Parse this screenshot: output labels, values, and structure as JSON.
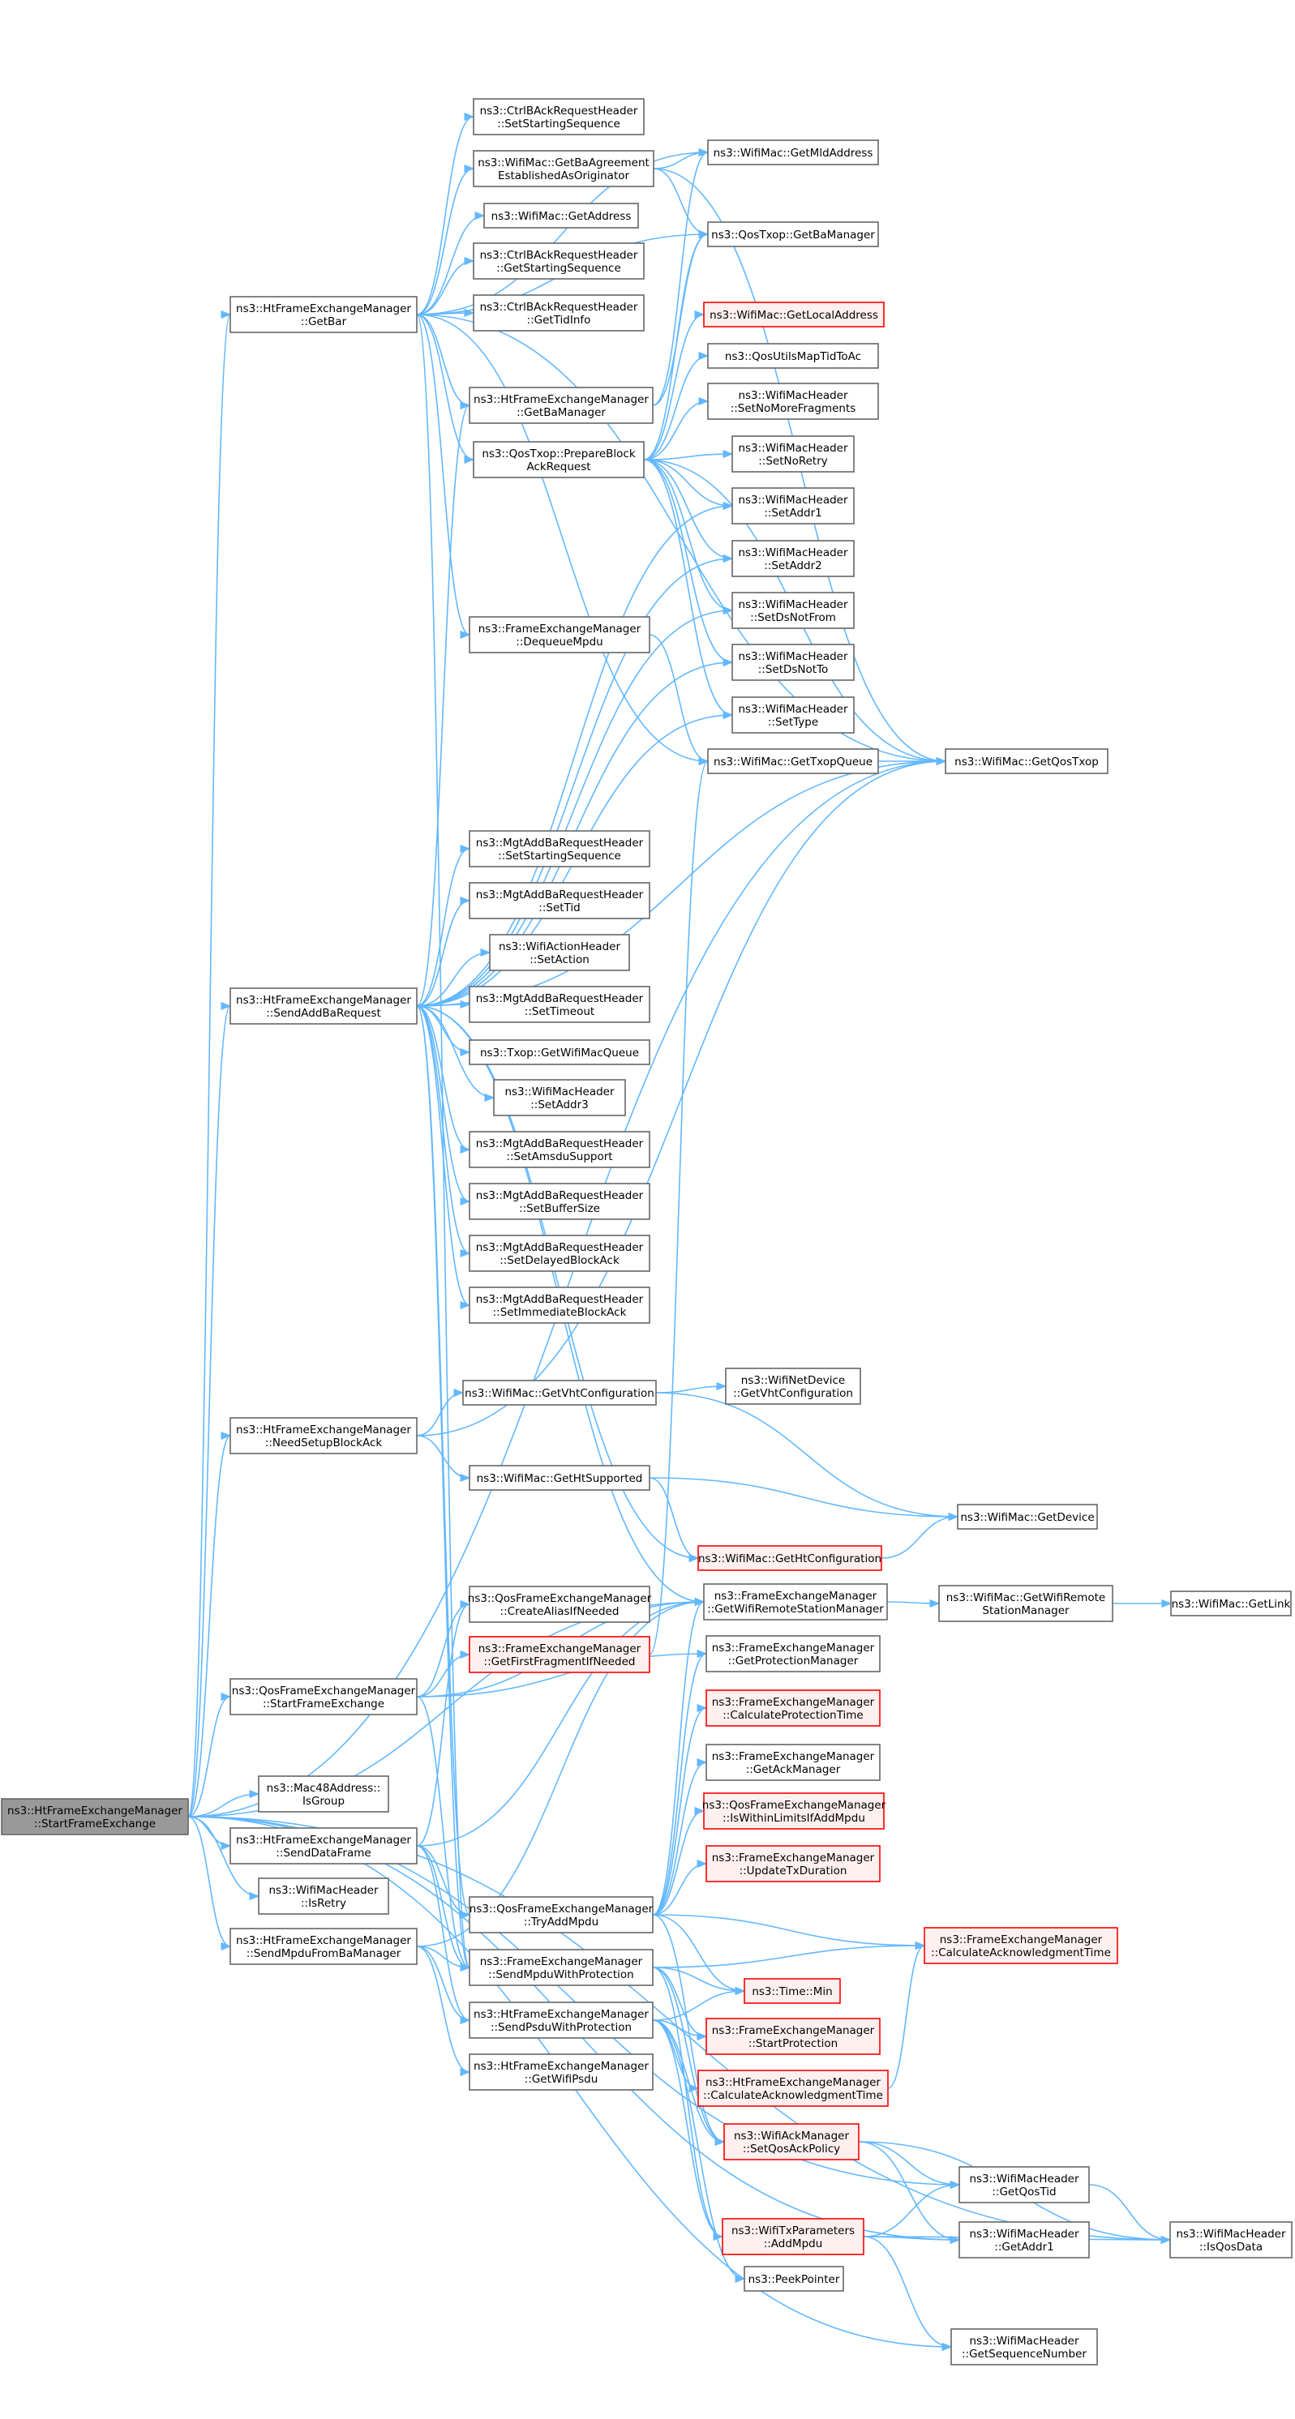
{
  "diagram": {
    "type": "doxygen call graph",
    "colors": {
      "edge": "#63b8ff",
      "node_border": "#666666",
      "root_fill": "#999999",
      "undocumented_border": "#ff0000",
      "undocumented_fill": "#fff0f0"
    },
    "nodes": [
      {
        "id": "root",
        "lines": [
          "ns3::HtFrameExchangeManager",
          "::StartFrameExchange"
        ],
        "style": "root"
      },
      {
        "id": "getbar",
        "lines": [
          "ns3::HtFrameExchangeManager",
          "::GetBar"
        ],
        "style": "normal"
      },
      {
        "id": "sendaddba",
        "lines": [
          "ns3::HtFrameExchangeManager",
          "::SendAddBaRequest"
        ],
        "style": "normal"
      },
      {
        "id": "needsetup",
        "lines": [
          "ns3::HtFrameExchangeManager",
          "::NeedSetupBlockAck"
        ],
        "style": "normal"
      },
      {
        "id": "qosstart",
        "lines": [
          "ns3::QosFrameExchangeManager",
          "::StartFrameExchange"
        ],
        "style": "normal"
      },
      {
        "id": "isgroup",
        "lines": [
          "ns3::Mac48Address::",
          "IsGroup"
        ],
        "style": "normal"
      },
      {
        "id": "senddata",
        "lines": [
          "ns3::HtFrameExchangeManager",
          "::SendDataFrame"
        ],
        "style": "normal"
      },
      {
        "id": "isretry",
        "lines": [
          "ns3::WifiMacHeader",
          "::IsRetry"
        ],
        "style": "normal"
      },
      {
        "id": "sendmpduba",
        "lines": [
          "ns3::HtFrameExchangeManager",
          "::SendMpduFromBaManager"
        ],
        "style": "normal"
      },
      {
        "id": "ctrl_setseq",
        "lines": [
          "ns3::CtrlBAckRequestHeader",
          "::SetStartingSequence"
        ],
        "style": "normal"
      },
      {
        "id": "getbaagree",
        "lines": [
          "ns3::WifiMac::GetBaAgreement",
          "EstablishedAsOriginator"
        ],
        "style": "normal"
      },
      {
        "id": "getaddress",
        "lines": [
          "ns3::WifiMac::GetAddress"
        ],
        "style": "normal"
      },
      {
        "id": "ctrl_getseq",
        "lines": [
          "ns3::CtrlBAckRequestHeader",
          "::GetStartingSequence"
        ],
        "style": "normal"
      },
      {
        "id": "ctrl_gettid",
        "lines": [
          "ns3::CtrlBAckRequestHeader",
          "::GetTidInfo"
        ],
        "style": "normal"
      },
      {
        "id": "htgetbaman",
        "lines": [
          "ns3::HtFrameExchangeManager",
          "::GetBaManager"
        ],
        "style": "normal"
      },
      {
        "id": "preparebar",
        "lines": [
          "ns3::QosTxop::PrepareBlock",
          "AckRequest"
        ],
        "style": "normal"
      },
      {
        "id": "dequeue",
        "lines": [
          "ns3::FrameExchangeManager",
          "::DequeueMpdu"
        ],
        "style": "normal"
      },
      {
        "id": "mgt_setseq",
        "lines": [
          "ns3::MgtAddBaRequestHeader",
          "::SetStartingSequence"
        ],
        "style": "normal"
      },
      {
        "id": "mgt_settid",
        "lines": [
          "ns3::MgtAddBaRequestHeader",
          "::SetTid"
        ],
        "style": "normal"
      },
      {
        "id": "setaction",
        "lines": [
          "ns3::WifiActionHeader",
          "::SetAction"
        ],
        "style": "normal"
      },
      {
        "id": "settimeout",
        "lines": [
          "ns3::MgtAddBaRequestHeader",
          "::SetTimeout"
        ],
        "style": "normal"
      },
      {
        "id": "getwifimacq",
        "lines": [
          "ns3::Txop::GetWifiMacQueue"
        ],
        "style": "normal"
      },
      {
        "id": "setaddr3",
        "lines": [
          "ns3::WifiMacHeader",
          "::SetAddr3"
        ],
        "style": "normal"
      },
      {
        "id": "setamsdu",
        "lines": [
          "ns3::MgtAddBaRequestHeader",
          "::SetAmsduSupport"
        ],
        "style": "normal"
      },
      {
        "id": "setbuffer",
        "lines": [
          "ns3::MgtAddBaRequestHeader",
          "::SetBufferSize"
        ],
        "style": "normal"
      },
      {
        "id": "setdelayed",
        "lines": [
          "ns3::MgtAddBaRequestHeader",
          "::SetDelayedBlockAck"
        ],
        "style": "normal"
      },
      {
        "id": "setimmediate",
        "lines": [
          "ns3::MgtAddBaRequestHeader",
          "::SetImmediateBlockAck"
        ],
        "style": "normal"
      },
      {
        "id": "getvht",
        "lines": [
          "ns3::WifiMac::GetVhtConfiguration"
        ],
        "style": "normal"
      },
      {
        "id": "gethtsup",
        "lines": [
          "ns3::WifiMac::GetHtSupported"
        ],
        "style": "normal"
      },
      {
        "id": "createalias",
        "lines": [
          "ns3::QosFrameExchangeManager",
          "::CreateAliasIfNeeded"
        ],
        "style": "normal"
      },
      {
        "id": "getfirstfrag",
        "lines": [
          "ns3::FrameExchangeManager",
          "::GetFirstFragmentIfNeeded"
        ],
        "style": "red"
      },
      {
        "id": "tryadd",
        "lines": [
          "ns3::QosFrameExchangeManager",
          "::TryAddMpdu"
        ],
        "style": "normal"
      },
      {
        "id": "sendmpduprot",
        "lines": [
          "ns3::FrameExchangeManager",
          "::SendMpduWithProtection"
        ],
        "style": "normal"
      },
      {
        "id": "sendpsduprot",
        "lines": [
          "ns3::HtFrameExchangeManager",
          "::SendPsduWithProtection"
        ],
        "style": "normal"
      },
      {
        "id": "getwifipsdu",
        "lines": [
          "ns3::HtFrameExchangeManager",
          "::GetWifiPsdu"
        ],
        "style": "normal"
      },
      {
        "id": "getmld",
        "lines": [
          "ns3::WifiMac::GetMldAddress"
        ],
        "style": "normal"
      },
      {
        "id": "qosgetbaman",
        "lines": [
          "ns3::QosTxop::GetBaManager"
        ],
        "style": "normal"
      },
      {
        "id": "getlocal",
        "lines": [
          "ns3::WifiMac::GetLocalAddress"
        ],
        "style": "red"
      },
      {
        "id": "maptid",
        "lines": [
          "ns3::QosUtilsMapTidToAc"
        ],
        "style": "normal"
      },
      {
        "id": "setnomore",
        "lines": [
          "ns3::WifiMacHeader",
          "::SetNoMoreFragments"
        ],
        "style": "normal"
      },
      {
        "id": "setnoretry",
        "lines": [
          "ns3::WifiMacHeader",
          "::SetNoRetry"
        ],
        "style": "normal"
      },
      {
        "id": "setaddr1",
        "lines": [
          "ns3::WifiMacHeader",
          "::SetAddr1"
        ],
        "style": "normal"
      },
      {
        "id": "setaddr2",
        "lines": [
          "ns3::WifiMacHeader",
          "::SetAddr2"
        ],
        "style": "normal"
      },
      {
        "id": "setdsnofrom",
        "lines": [
          "ns3::WifiMacHeader",
          "::SetDsNotFrom"
        ],
        "style": "normal"
      },
      {
        "id": "setdsnoto",
        "lines": [
          "ns3::WifiMacHeader",
          "::SetDsNotTo"
        ],
        "style": "normal"
      },
      {
        "id": "settype",
        "lines": [
          "ns3::WifiMacHeader",
          "::SetType"
        ],
        "style": "normal"
      },
      {
        "id": "gettxopq",
        "lines": [
          "ns3::WifiMac::GetTxopQueue"
        ],
        "style": "normal"
      },
      {
        "id": "wnd_getvht",
        "lines": [
          "ns3::WifiNetDevice",
          "::GetVhtConfiguration"
        ],
        "style": "normal"
      },
      {
        "id": "gethtconf",
        "lines": [
          "ns3::WifiMac::GetHtConfiguration"
        ],
        "style": "red"
      },
      {
        "id": "getrsm",
        "lines": [
          "ns3::FrameExchangeManager",
          "::GetWifiRemoteStationManager"
        ],
        "style": "normal"
      },
      {
        "id": "getprotman",
        "lines": [
          "ns3::FrameExchangeManager",
          "::GetProtectionManager"
        ],
        "style": "normal"
      },
      {
        "id": "calcprot",
        "lines": [
          "ns3::FrameExchangeManager",
          "::CalculateProtectionTime"
        ],
        "style": "red"
      },
      {
        "id": "getackman",
        "lines": [
          "ns3::FrameExchangeManager",
          "::GetAckManager"
        ],
        "style": "normal"
      },
      {
        "id": "iswithin",
        "lines": [
          "ns3::QosFrameExchangeManager",
          "::IsWithinLimitsIfAddMpdu"
        ],
        "style": "red"
      },
      {
        "id": "updatetx",
        "lines": [
          "ns3::FrameExchangeManager",
          "::UpdateTxDuration"
        ],
        "style": "red"
      },
      {
        "id": "timemin",
        "lines": [
          "ns3::Time::Min"
        ],
        "style": "red"
      },
      {
        "id": "startprot",
        "lines": [
          "ns3::FrameExchangeManager",
          "::StartProtection"
        ],
        "style": "red"
      },
      {
        "id": "htcalcack",
        "lines": [
          "ns3::HtFrameExchangeManager",
          "::CalculateAcknowledgmentTime"
        ],
        "style": "red"
      },
      {
        "id": "setqosack",
        "lines": [
          "ns3::WifiAckManager",
          "::SetQosAckPolicy"
        ],
        "style": "red"
      },
      {
        "id": "addmpdu",
        "lines": [
          "ns3::WifiTxParameters",
          "::AddMpdu"
        ],
        "style": "red"
      },
      {
        "id": "peekptr",
        "lines": [
          "ns3::PeekPointer"
        ],
        "style": "normal"
      },
      {
        "id": "getqostxop",
        "lines": [
          "ns3::WifiMac::GetQosTxop"
        ],
        "style": "normal"
      },
      {
        "id": "getdevice",
        "lines": [
          "ns3::WifiMac::GetDevice"
        ],
        "style": "normal"
      },
      {
        "id": "getwifirsm",
        "lines": [
          "ns3::WifiMac::GetWifiRemote",
          "StationManager"
        ],
        "style": "normal"
      },
      {
        "id": "fecalcack",
        "lines": [
          "ns3::FrameExchangeManager",
          "::CalculateAcknowledgmentTime"
        ],
        "style": "red"
      },
      {
        "id": "getqostid",
        "lines": [
          "ns3::WifiMacHeader",
          "::GetQosTid"
        ],
        "style": "normal"
      },
      {
        "id": "getaddr1",
        "lines": [
          "ns3::WifiMacHeader",
          "::GetAddr1"
        ],
        "style": "normal"
      },
      {
        "id": "getseqnum",
        "lines": [
          "ns3::WifiMacHeader",
          "::GetSequenceNumber"
        ],
        "style": "normal"
      },
      {
        "id": "getlink",
        "lines": [
          "ns3::WifiMac::GetLink"
        ],
        "style": "normal"
      },
      {
        "id": "isqosdata",
        "lines": [
          "ns3::WifiMacHeader",
          "::IsQosData"
        ],
        "style": "normal"
      }
    ],
    "edges": [
      [
        "root",
        "getbar"
      ],
      [
        "root",
        "sendaddba"
      ],
      [
        "root",
        "needsetup"
      ],
      [
        "root",
        "qosstart"
      ],
      [
        "root",
        "isgroup"
      ],
      [
        "root",
        "senddata"
      ],
      [
        "root",
        "isretry"
      ],
      [
        "root",
        "sendmpduba"
      ],
      [
        "root",
        "getrsm"
      ],
      [
        "root",
        "getqostid"
      ],
      [
        "root",
        "getaddr1"
      ],
      [
        "root",
        "getseqnum"
      ],
      [
        "root",
        "isqosdata"
      ],
      [
        "root",
        "getqostxop"
      ],
      [
        "getbar",
        "ctrl_setseq"
      ],
      [
        "getbar",
        "getbaagree"
      ],
      [
        "getbar",
        "getaddress"
      ],
      [
        "getbar",
        "ctrl_getseq"
      ],
      [
        "getbar",
        "ctrl_gettid"
      ],
      [
        "getbar",
        "htgetbaman"
      ],
      [
        "getbar",
        "preparebar"
      ],
      [
        "getbar",
        "dequeue"
      ],
      [
        "getbar",
        "getmld"
      ],
      [
        "getbar",
        "qosgetbaman"
      ],
      [
        "getbar",
        "gettxopq"
      ],
      [
        "getbar",
        "getqostxop"
      ],
      [
        "getbar",
        "sendmpduprot"
      ],
      [
        "getbaagree",
        "getmld"
      ],
      [
        "getbaagree",
        "qosgetbaman"
      ],
      [
        "getbaagree",
        "getqostxop"
      ],
      [
        "htgetbaman",
        "qosgetbaman"
      ],
      [
        "htgetbaman",
        "getmld"
      ],
      [
        "preparebar",
        "qosgetbaman"
      ],
      [
        "preparebar",
        "getlocal"
      ],
      [
        "preparebar",
        "maptid"
      ],
      [
        "preparebar",
        "setnomore"
      ],
      [
        "preparebar",
        "setnoretry"
      ],
      [
        "preparebar",
        "setaddr1"
      ],
      [
        "preparebar",
        "setaddr2"
      ],
      [
        "preparebar",
        "setdsnofrom"
      ],
      [
        "preparebar",
        "setdsnoto"
      ],
      [
        "preparebar",
        "settype"
      ],
      [
        "preparebar",
        "getqostxop"
      ],
      [
        "dequeue",
        "gettxopq"
      ],
      [
        "gettxopq",
        "getqostxop"
      ],
      [
        "sendaddba",
        "mgt_setseq"
      ],
      [
        "sendaddba",
        "mgt_settid"
      ],
      [
        "sendaddba",
        "setaction"
      ],
      [
        "sendaddba",
        "settimeout"
      ],
      [
        "sendaddba",
        "getwifimacq"
      ],
      [
        "sendaddba",
        "setaddr3"
      ],
      [
        "sendaddba",
        "setamsdu"
      ],
      [
        "sendaddba",
        "setbuffer"
      ],
      [
        "sendaddba",
        "setdelayed"
      ],
      [
        "sendaddba",
        "setimmediate"
      ],
      [
        "sendaddba",
        "htgetbaman"
      ],
      [
        "sendaddba",
        "setaddr1"
      ],
      [
        "sendaddba",
        "setaddr2"
      ],
      [
        "sendaddba",
        "setdsnofrom"
      ],
      [
        "sendaddba",
        "setdsnoto"
      ],
      [
        "sendaddba",
        "settype"
      ],
      [
        "sendaddba",
        "getqostxop"
      ],
      [
        "sendaddba",
        "gethtconf"
      ],
      [
        "sendaddba",
        "getrsm"
      ],
      [
        "sendaddba",
        "sendmpduprot"
      ],
      [
        "sendaddba",
        "tryadd"
      ],
      [
        "needsetup",
        "getvht"
      ],
      [
        "needsetup",
        "gethtsup"
      ],
      [
        "needsetup",
        "getqostxop"
      ],
      [
        "getvht",
        "wnd_getvht"
      ],
      [
        "getvht",
        "getdevice"
      ],
      [
        "gethtsup",
        "getdevice"
      ],
      [
        "gethtsup",
        "gethtconf"
      ],
      [
        "gethtconf",
        "getdevice"
      ],
      [
        "qosstart",
        "createalias"
      ],
      [
        "qosstart",
        "getfirstfrag"
      ],
      [
        "qosstart",
        "getrsm"
      ],
      [
        "qosstart",
        "getprotman"
      ],
      [
        "qosstart",
        "sendmpduprot"
      ],
      [
        "getfirstfrag",
        "gettxopq"
      ],
      [
        "getrsm",
        "getwifirsm"
      ],
      [
        "getwifirsm",
        "getlink"
      ],
      [
        "senddata",
        "tryadd"
      ],
      [
        "senddata",
        "sendmpduprot"
      ],
      [
        "senddata",
        "sendpsduprot"
      ],
      [
        "senddata",
        "getrsm"
      ],
      [
        "senddata",
        "createalias"
      ],
      [
        "sendmpduba",
        "getwifipsdu"
      ],
      [
        "sendmpduba",
        "sendpsduprot"
      ],
      [
        "sendmpduba",
        "sendmpduprot"
      ],
      [
        "sendmpduba",
        "getrsm"
      ],
      [
        "tryadd",
        "getrsm"
      ],
      [
        "tryadd",
        "getprotman"
      ],
      [
        "tryadd",
        "calcprot"
      ],
      [
        "tryadd",
        "getackman"
      ],
      [
        "tryadd",
        "iswithin"
      ],
      [
        "tryadd",
        "updatetx"
      ],
      [
        "tryadd",
        "timemin"
      ],
      [
        "tryadd",
        "fecalcack"
      ],
      [
        "tryadd",
        "setqosack"
      ],
      [
        "sendmpduprot",
        "timemin"
      ],
      [
        "sendmpduprot",
        "startprot"
      ],
      [
        "sendmpduprot",
        "fecalcack"
      ],
      [
        "sendmpduprot",
        "setqosack"
      ],
      [
        "sendmpduprot",
        "addmpdu"
      ],
      [
        "sendpsduprot",
        "timemin"
      ],
      [
        "sendpsduprot",
        "startprot"
      ],
      [
        "sendpsduprot",
        "htcalcack"
      ],
      [
        "sendpsduprot",
        "setqosack"
      ],
      [
        "sendpsduprot",
        "addmpdu"
      ],
      [
        "sendpsduprot",
        "peekptr"
      ],
      [
        "htcalcack",
        "fecalcack"
      ],
      [
        "setqosack",
        "getqostid"
      ],
      [
        "setqosack",
        "getaddr1"
      ],
      [
        "setqosack",
        "isqosdata"
      ],
      [
        "addmpdu",
        "getqostid"
      ],
      [
        "addmpdu",
        "getaddr1"
      ],
      [
        "addmpdu",
        "getseqnum"
      ],
      [
        "addmpdu",
        "isqosdata"
      ],
      [
        "getqostid",
        "isqosdata"
      ]
    ]
  }
}
